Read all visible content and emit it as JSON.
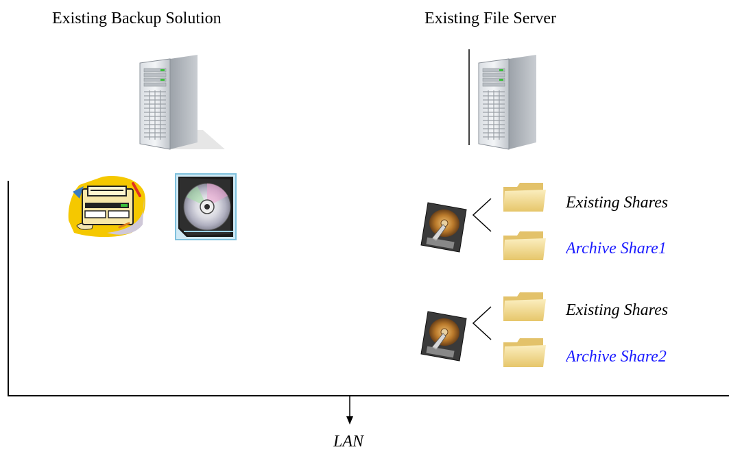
{
  "backup": {
    "title": "Existing Backup Solution"
  },
  "fileserver": {
    "title": "Existing File Server"
  },
  "disks": [
    {
      "shares": [
        "Existing Shares",
        "Archive Share1"
      ]
    },
    {
      "shares": [
        "Existing Shares",
        "Archive Share2"
      ]
    }
  ],
  "network": {
    "label": "LAN"
  },
  "colors": {
    "archive_text": "#1a1aff",
    "line": "#000000"
  },
  "icons": [
    "server-icon",
    "tape-drive-icon",
    "cd-case-icon",
    "hard-disk-icon",
    "folder-icon",
    "arrow-down-icon"
  ]
}
